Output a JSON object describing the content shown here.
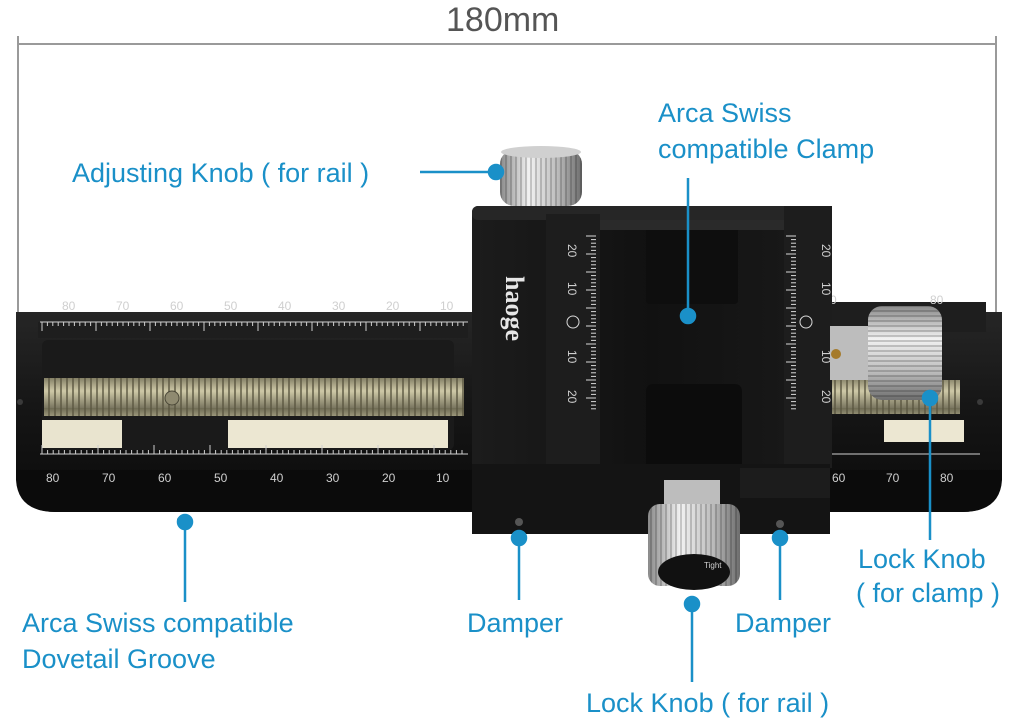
{
  "dimension": {
    "text": "180mm"
  },
  "labels": {
    "adjusting_knob": "Adjusting Knob ( for rail )",
    "clamp_line1": "Arca Swiss",
    "clamp_line2": "compatible Clamp",
    "lock_clamp_line1": "Lock Knob",
    "lock_clamp_line2": "( for clamp )",
    "dovetail_line1": "Arca Swiss compatible",
    "dovetail_line2": "Dovetail Groove",
    "damper_left": "Damper",
    "damper_right": "Damper",
    "lock_rail": "Lock Knob ( for rail )"
  },
  "product": {
    "logo": "haoge",
    "knob_text": "Tight"
  },
  "scales": {
    "rail_top": [
      "80",
      "70",
      "60",
      "50",
      "40",
      "30",
      "20",
      "10"
    ],
    "rail_top_right": [
      "0",
      "80"
    ],
    "rail_bottom": [
      "80",
      "70",
      "60",
      "50",
      "40",
      "30",
      "20",
      "10"
    ],
    "rail_bottom_right": [
      "60",
      "70",
      "80"
    ],
    "clamp": [
      "20",
      "10",
      "0",
      "10",
      "20"
    ]
  },
  "colors": {
    "accent": "#1a90c8",
    "dimension_line": "#9a9a9a",
    "body": "#151515"
  }
}
